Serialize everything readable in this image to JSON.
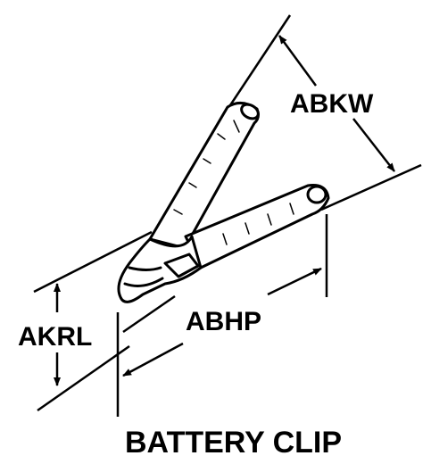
{
  "labels": {
    "abkw": "ABKW",
    "akrl": "AKRL",
    "abhp": "ABHP",
    "title": "BATTERY CLIP"
  },
  "colors": {
    "ink": "#000000",
    "background": "#ffffff"
  }
}
